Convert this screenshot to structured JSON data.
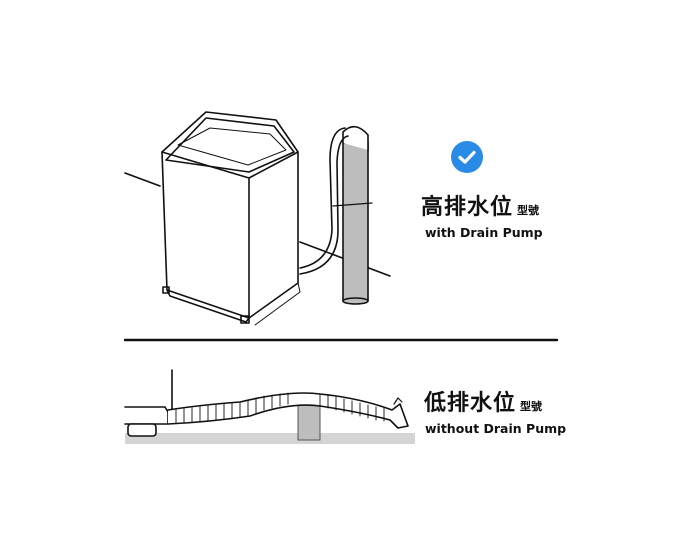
{
  "high_drain": {
    "title": "高排水位",
    "suffix": "型號",
    "subtitle": "with Drain Pump",
    "selected": true,
    "check_color": "#2a8be6"
  },
  "low_drain": {
    "title": "低排水位",
    "suffix": "型號",
    "subtitle": "without Drain Pump"
  }
}
